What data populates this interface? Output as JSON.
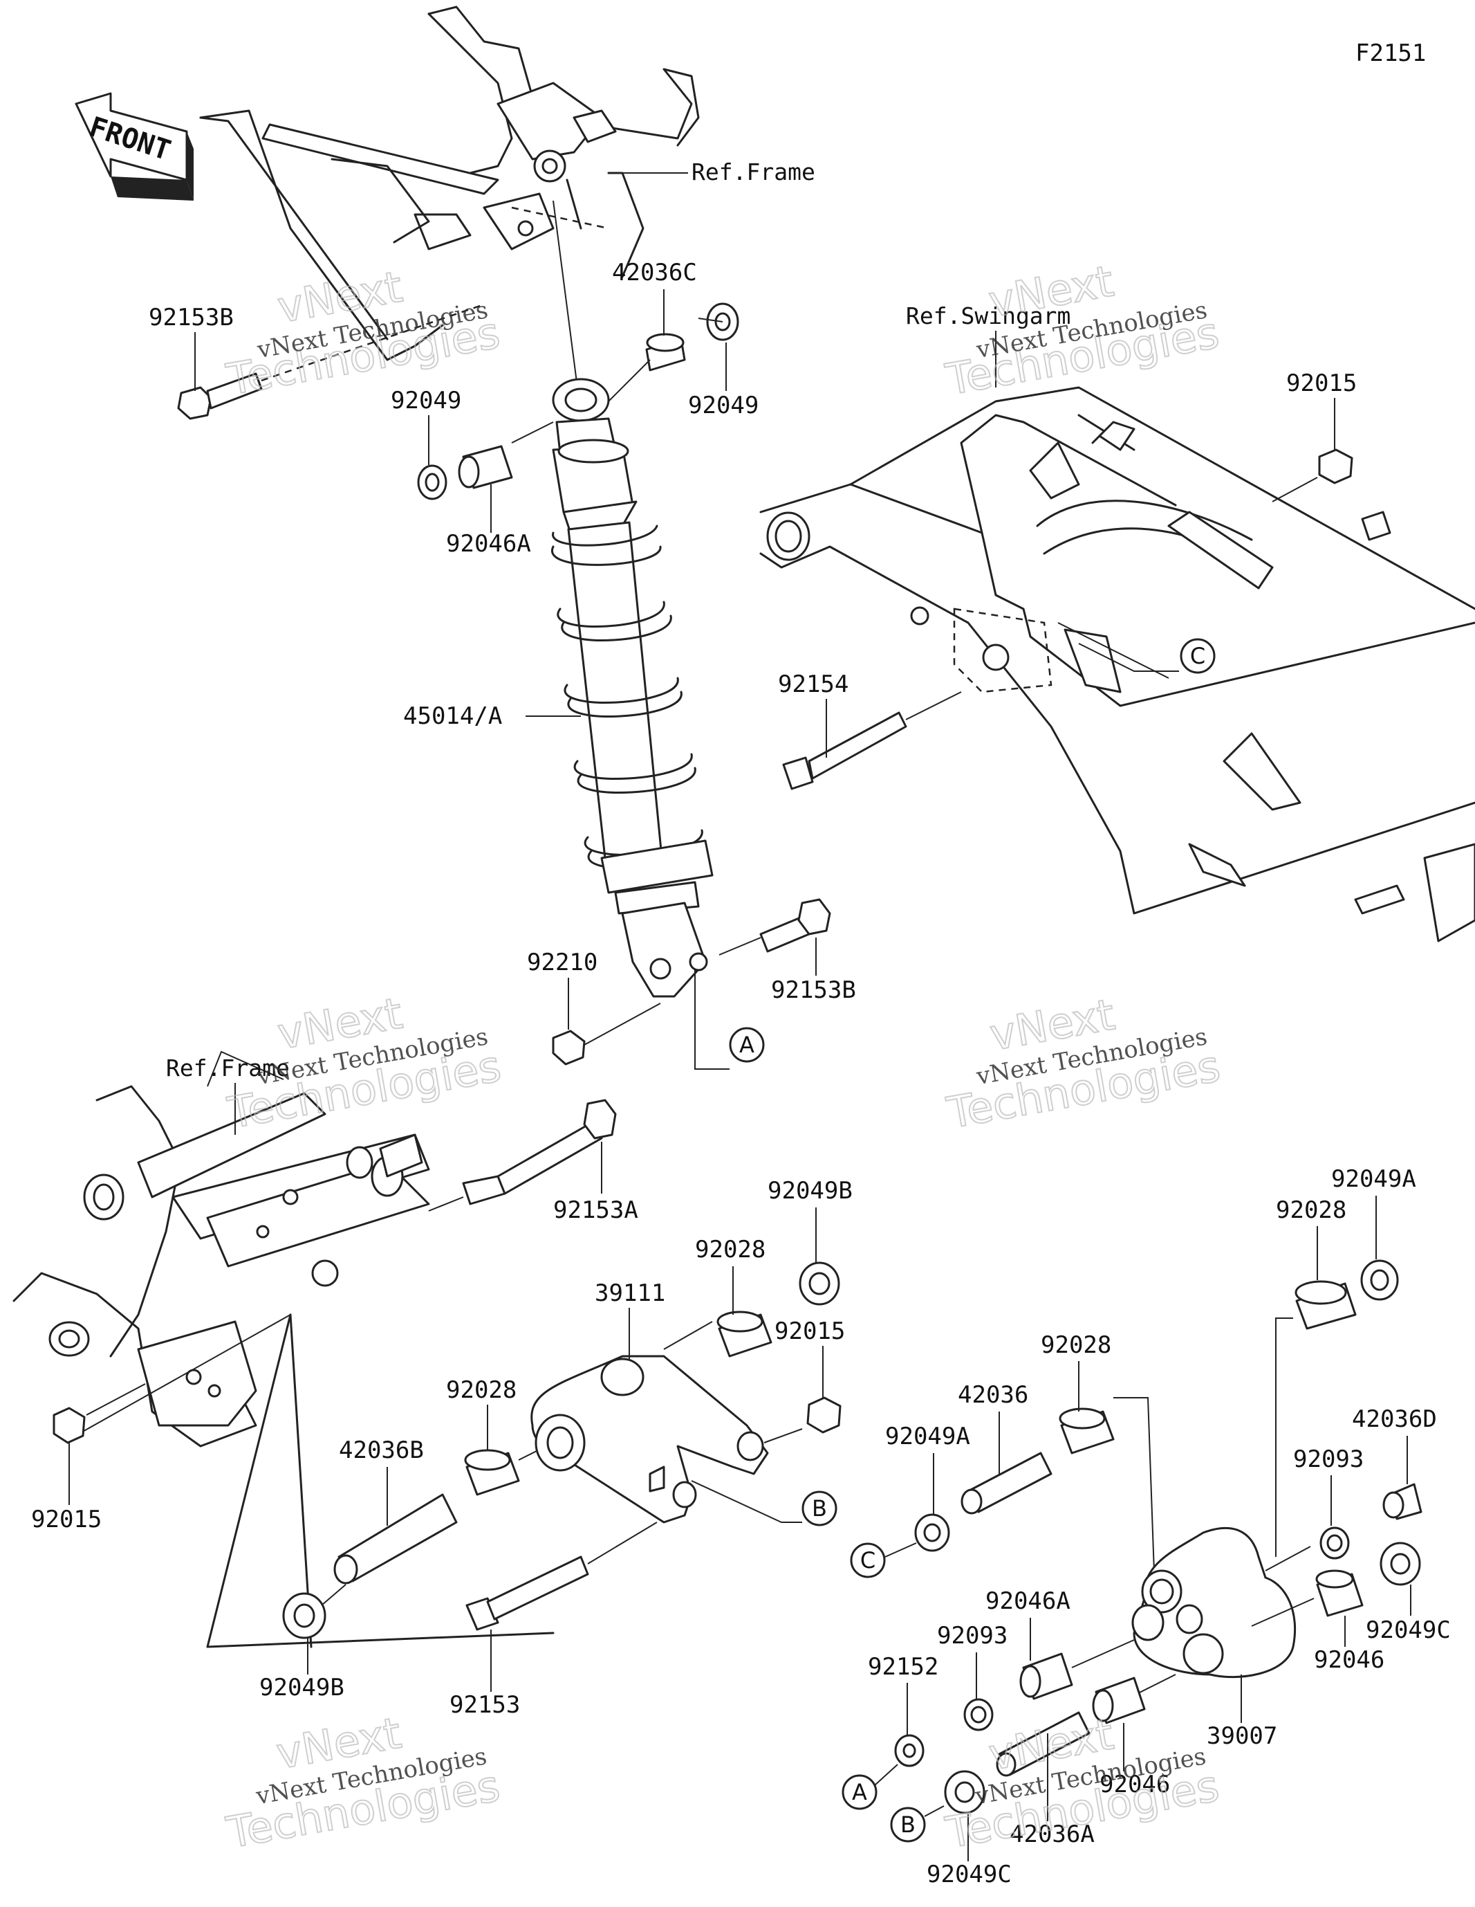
{
  "diagram_code": "F2151",
  "front_label": "FRONT",
  "refs": {
    "frame_top": "Ref.Frame",
    "swingarm": "Ref.Swingarm",
    "frame_bottom": "Ref.Frame"
  },
  "callouts": {
    "a": "A",
    "b": "B",
    "c": "C"
  },
  "labels": {
    "p92153B_top": "92153B",
    "p42036C": "42036C",
    "p92049_left": "92049",
    "p92049_right": "92049",
    "p92046A_top": "92046A",
    "p45014A": "45014/A",
    "p92015_top": "92015",
    "p92154": "92154",
    "p92210": "92210",
    "p92153B_mid": "92153B",
    "p92153A": "92153A",
    "p92049B_top": "92049B",
    "p92028_a": "92028",
    "p39111": "39111",
    "p92015_mid": "92015",
    "p92028_b": "92028",
    "p42036B": "42036B",
    "p92015_left": "92015",
    "p92049B_bottom": "92049B",
    "p92153": "92153",
    "p92049A_top": "92049A",
    "p92028_c": "92028",
    "p92028_d": "92028",
    "p42036": "42036",
    "p92049A_mid": "92049A",
    "p42036D": "42036D",
    "p92093_top": "92093",
    "p92049C_right": "92049C",
    "p92046": "92046",
    "p92046A_bottom": "92046A",
    "p92093_bottom": "92093",
    "p92152": "92152",
    "p39007": "39007",
    "p92046_overlap": "92046",
    "p42036A": "42036A",
    "p92049C_bottom": "92049C"
  },
  "watermark": {
    "line1": "vNext Technologies",
    "line2": "vNext",
    "line3": "Technologies"
  }
}
